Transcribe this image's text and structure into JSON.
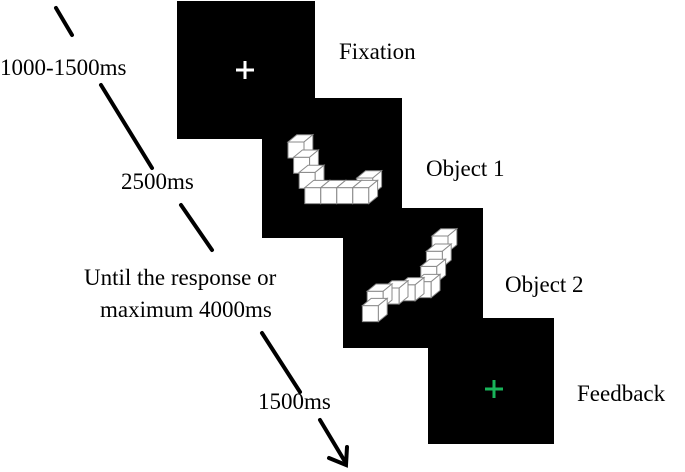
{
  "screens": [
    {
      "label": "Fixation",
      "duration": "1000-1500ms",
      "content": "white-fixation-cross"
    },
    {
      "label": "Object 1",
      "duration": "2500ms",
      "content": "3d-cube-object"
    },
    {
      "label": "Object 2",
      "duration_line1": "Until the response  or",
      "duration_line2": "maximum  4000ms",
      "content": "3d-cube-object"
    },
    {
      "label": "Feedback",
      "duration": "1500ms",
      "content": "green-feedback-cross"
    }
  ],
  "colors": {
    "screen": "#000000",
    "fixation_cross": "#ffffff",
    "feedback_cross": "#19b45a",
    "cube_face": "#ffffff",
    "cube_edge": "#8a8a8a"
  },
  "icons": [
    "timeline-arrow-icon",
    "fixation-cross-icon",
    "feedback-cross-icon"
  ]
}
